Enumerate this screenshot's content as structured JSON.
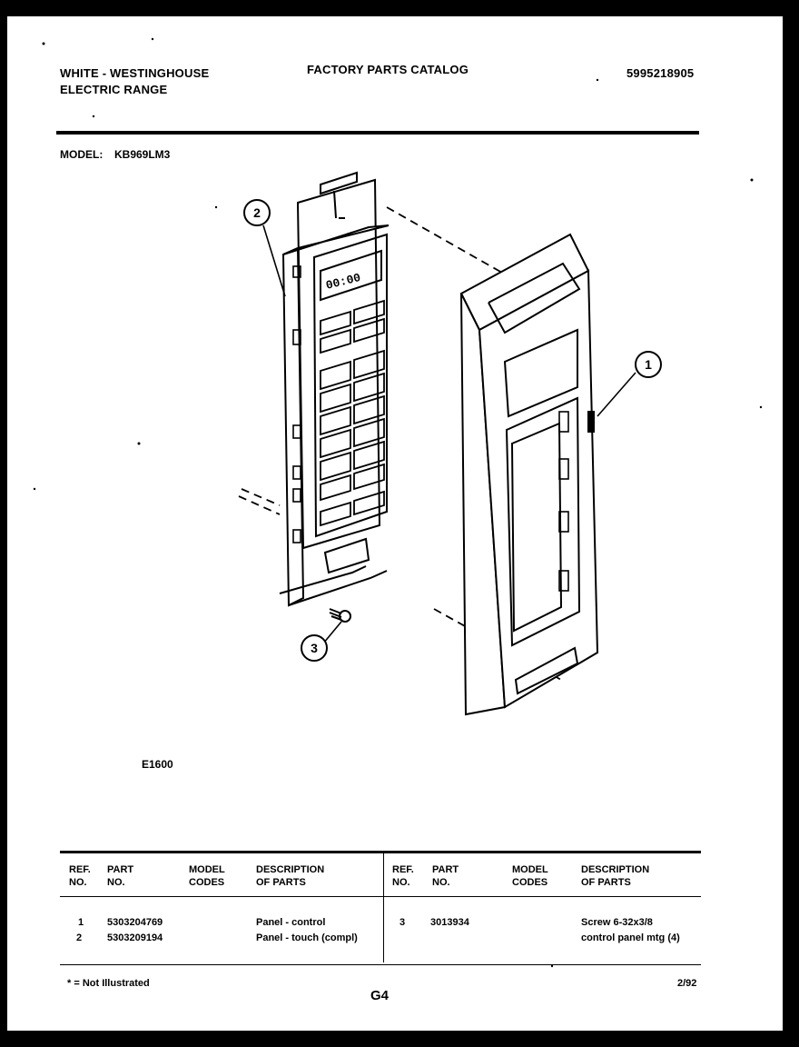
{
  "header": {
    "brand_line1": "WHITE - WESTINGHOUSE",
    "brand_line2": "ELECTRIC RANGE",
    "title": "FACTORY PARTS CATALOG",
    "catalog_number": "5995218905",
    "model_label": "MODEL:",
    "model_value": "KB969LM3"
  },
  "diagram": {
    "figure_id": "E1600",
    "callouts": [
      "1",
      "2",
      "3"
    ],
    "display_digits": "00:00"
  },
  "table": {
    "headers_left": {
      "ref": [
        "REF.",
        "NO."
      ],
      "part": [
        "PART",
        "NO."
      ],
      "model": [
        "MODEL",
        "CODES"
      ],
      "desc": [
        "DESCRIPTION",
        "OF PARTS"
      ]
    },
    "headers_right": {
      "ref": [
        "REF.",
        "NO."
      ],
      "part": [
        "PART",
        "NO."
      ],
      "model": [
        "MODEL",
        "CODES"
      ],
      "desc": [
        "DESCRIPTION",
        "OF PARTS"
      ]
    },
    "left_rows": [
      {
        "ref": "1",
        "part": "5303204769",
        "codes": "",
        "desc": "Panel - control"
      },
      {
        "ref": "2",
        "part": "5303209194",
        "codes": "",
        "desc": "Panel - touch (compl)"
      }
    ],
    "right_rows": [
      {
        "ref": "3",
        "part": "3013934",
        "codes": "",
        "desc_line1": "Screw  6-32x3/8",
        "desc_line2": "control panel mtg (4)"
      }
    ]
  },
  "footer": {
    "note": "* = Not Illustrated",
    "page_code": "G4",
    "date": "2/92"
  }
}
